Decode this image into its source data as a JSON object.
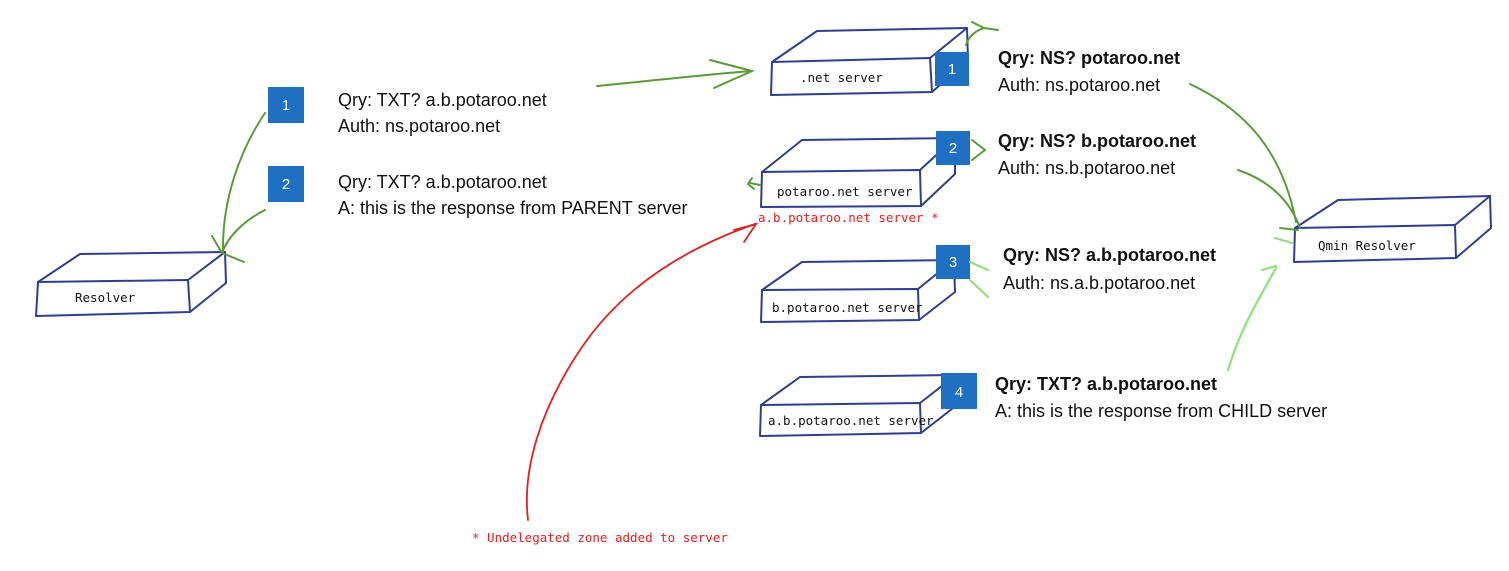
{
  "servers": {
    "resolver": "Resolver",
    "net_server": ".net server",
    "potaroo_server": "potaroo.net server",
    "b_potaroo_server": "b.potaroo.net server",
    "ab_potaroo_server": "a.b.potaroo.net server",
    "qmin_resolver": "Qmin Resolver"
  },
  "left_steps": [
    {
      "badge": "1",
      "line1": "Qry: TXT?  a.b.potaroo.net",
      "line2": "Auth:  ns.potaroo.net"
    },
    {
      "badge": "2",
      "line1": "Qry: TXT?  a.b.potaroo.net",
      "line2": "A:  this is the response from PARENT server"
    }
  ],
  "right_steps": [
    {
      "badge": "1",
      "line1": "Qry: NS?  potaroo.net",
      "line2": "Auth:  ns.potaroo.net"
    },
    {
      "badge": "2",
      "line1": "Qry: NS?  b.potaroo.net",
      "line2": "Auth:  ns.b.potaroo.net"
    },
    {
      "badge": "3",
      "line1": "Qry: NS?  a.b.potaroo.net",
      "line2": "Auth:  ns.a.b.potaroo.net"
    },
    {
      "badge": "4",
      "line1": "Qry: TXT?  a.b.potaroo.net",
      "line2": "A:  this is the response from CHILD server"
    }
  ],
  "annotations": {
    "undelegated_label": "a.b.potaroo.net server *",
    "footnote": "* Undelegated zone added to server"
  },
  "colors": {
    "badge": "#1f6fc2",
    "server_outline": "#2f3f8f",
    "arrow_green": "#5a9a3a",
    "arrow_light_green": "#8fe07a",
    "annotation_red": "#e02020"
  }
}
